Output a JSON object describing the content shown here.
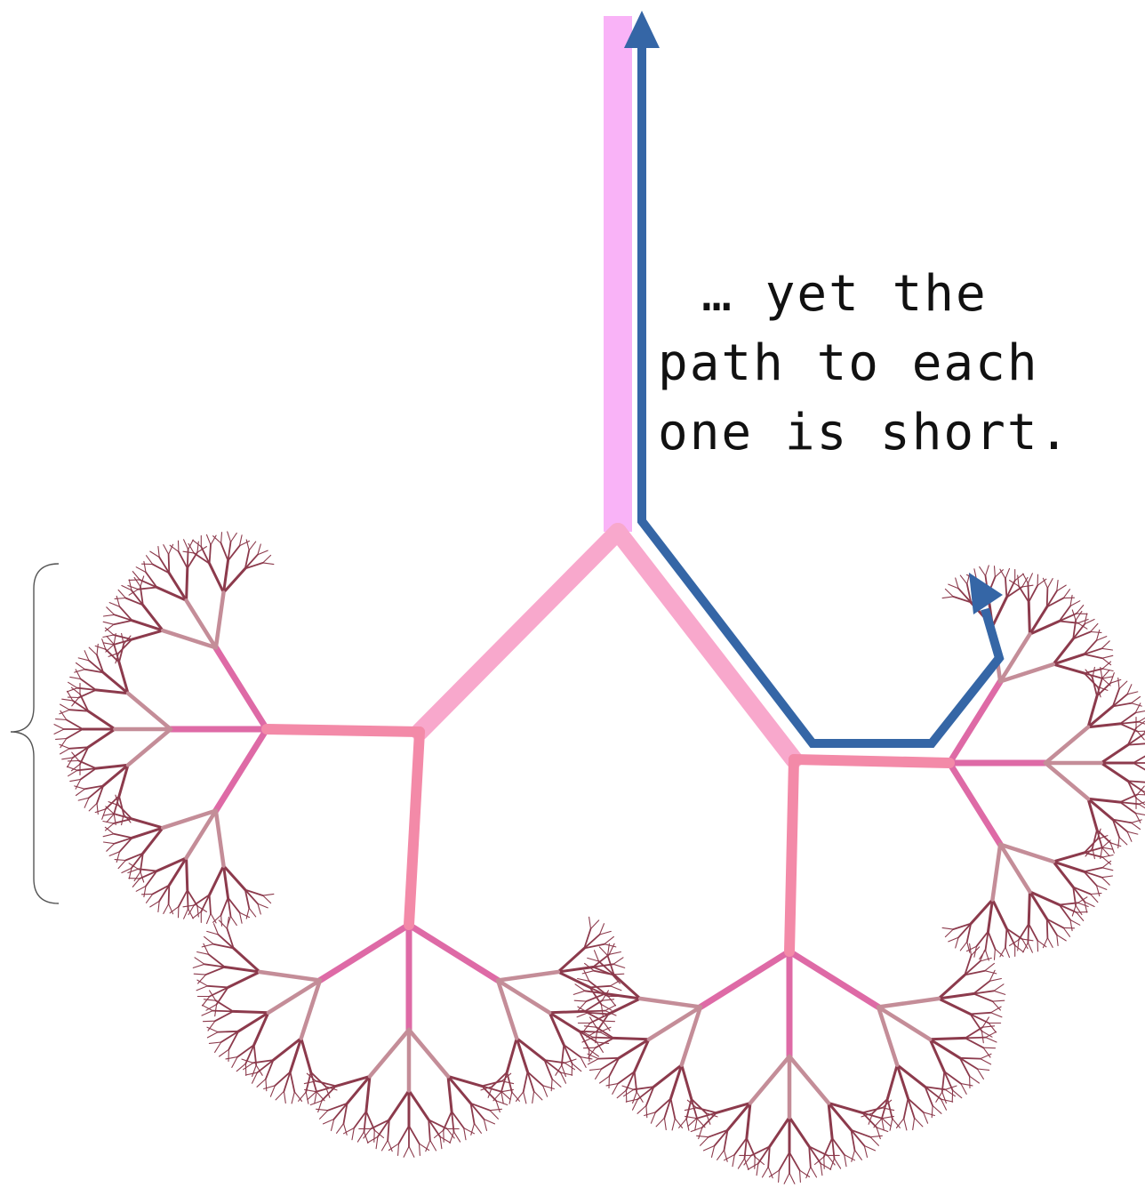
{
  "annotation": {
    "lines": [
      "… yet the",
      "path to each",
      "one is short."
    ]
  },
  "colors": {
    "trunk": "#f9b3f7",
    "main_branch": "#f8a8cc",
    "secondary_branch": "#f38aa8",
    "tertiary_branch": "#de6aa6",
    "quaternary_branch": "#c48d98",
    "fine_branch": "#8c3a4c",
    "path_arrow": "#3566a6",
    "brace": "#555555"
  },
  "icons": {
    "path_arrow": "arrow-up-icon",
    "second_arrow": "arrow-up-icon",
    "brace": "curly-brace-icon"
  }
}
